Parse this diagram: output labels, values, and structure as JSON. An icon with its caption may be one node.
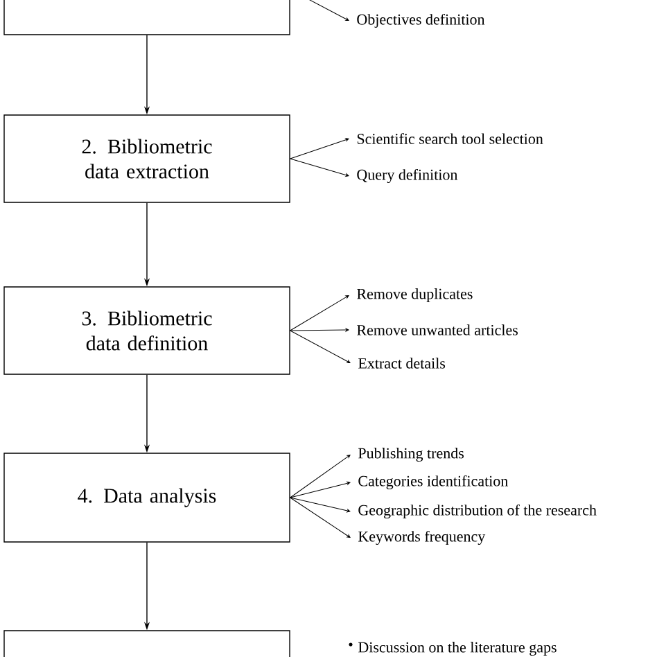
{
  "diagram": {
    "nodes": [
      {
        "text": [],
        "shape": "box"
      },
      {
        "text": [
          "Objectives definition"
        ]
      },
      {
        "text": [
          "2. Bibliometric data extraction"
        ]
      },
      {
        "text": [
          "Scientific search tool selection"
        ]
      },
      {
        "text": [
          "Query definition"
        ]
      },
      {
        "text": [
          "3. Bibliometric data definition"
        ]
      },
      {
        "text": [
          "Remove duplicates"
        ]
      },
      {
        "text": [
          "Remove unwanted articles"
        ]
      },
      {
        "text": [
          "Extract details"
        ]
      },
      {
        "text": [
          "4. Data analysis"
        ]
      },
      {
        "text": [
          "Publishing trends"
        ]
      },
      {
        "text": [
          "Categories identification"
        ]
      },
      {
        "text": [
          "Geographic distribution of the research"
        ]
      },
      {
        "text": [
          "Keywords frequency"
        ]
      },
      {
        "text": [],
        "shape": "box"
      }
    ],
    "edges": [
      {
        "from": 0,
        "to": 2,
        "arrow": "to"
      },
      {
        "from": 2,
        "to": 5,
        "arrow": "to"
      },
      {
        "from": 5,
        "to": 9,
        "arrow": "to"
      },
      {
        "from": 9,
        "to": 14,
        "arrow": "to"
      },
      {
        "from": 0,
        "to": 1,
        "arrow": "to"
      },
      {
        "from": 2,
        "to": 3,
        "arrow": "to"
      },
      {
        "from": 2,
        "to": 4,
        "arrow": "to"
      },
      {
        "from": 5,
        "to": 6,
        "arrow": "to"
      },
      {
        "from": 5,
        "to": 7,
        "arrow": "to"
      },
      {
        "from": 5,
        "to": 8,
        "arrow": "to"
      },
      {
        "from": 9,
        "to": 10,
        "arrow": "to"
      },
      {
        "from": 9,
        "to": 11,
        "arrow": "to"
      },
      {
        "from": 9,
        "to": 12,
        "arrow": "to"
      },
      {
        "from": 9,
        "to": 13,
        "arrow": "to"
      }
    ],
    "labels": [
      "Discussion on the literature gaps"
    ]
  }
}
